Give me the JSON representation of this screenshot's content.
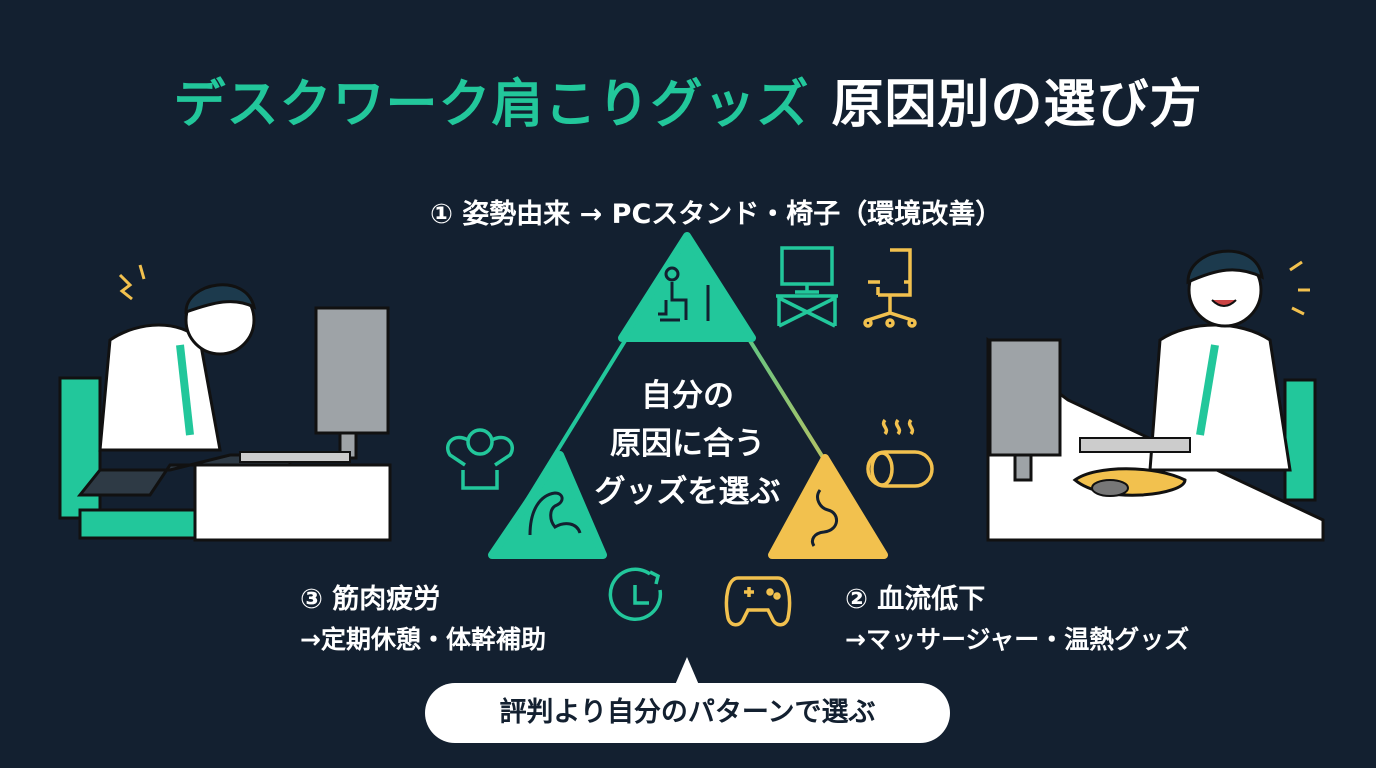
{
  "title": {
    "accent": "デスクワーク肩こりグッズ",
    "main": "原因別の選び方"
  },
  "cause1": {
    "label": "① 姿勢由来 → PCスタンド・椅子（環境改善）"
  },
  "cause2": {
    "label": "② 血流低下",
    "solution": "→マッサージャー・温熱グッズ"
  },
  "cause3": {
    "label": "③ 筋肉疲労",
    "solution": "→定期休憩・体幹補助"
  },
  "center": {
    "lines": [
      "自分の",
      "原因に合う",
      "グッズを選ぶ"
    ]
  },
  "callout": "評判より自分のパターンで選ぶ",
  "colors": {
    "background": "#132030",
    "teal": "#22c79b",
    "yellow": "#f2c14e",
    "white": "#ffffff"
  }
}
